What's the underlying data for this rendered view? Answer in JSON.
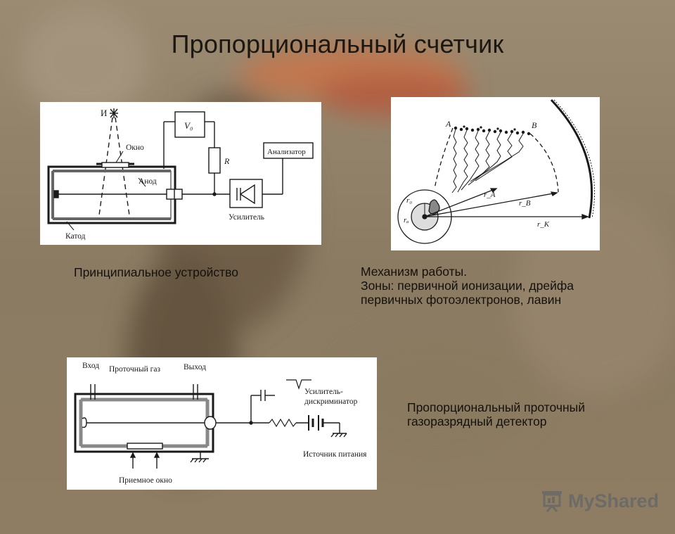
{
  "title": "Пропорциональный счетчик",
  "diagram1": {
    "labels": {
      "source": "И",
      "window": "Окно",
      "anode": "Анод",
      "cathode": "Катод",
      "voltmeter": "V₀",
      "resistor": "R",
      "analyzer": "Анализатор",
      "amplifier": "Усилитель"
    },
    "caption": "Принципиальное устройство"
  },
  "diagram2": {
    "labels": {
      "a": "A",
      "b": "B",
      "r0": "r₀",
      "ra": "rₐ",
      "rA": "r_A",
      "rB": "r_B",
      "rK": "r_K"
    },
    "caption_lines": [
      "Механизм работы.",
      "Зоны: первичной ионизации, дрейфа",
      "первичных фотоэлектронов, лавин"
    ]
  },
  "diagram3": {
    "labels": {
      "input": "Вход",
      "gas": "Проточный газ",
      "output": "Выход",
      "amp_line1": "Усилитель-",
      "amp_line2": "дискриминатор",
      "power": "Источник питания",
      "window": "Приемное окно"
    },
    "caption_lines": [
      "Пропорциональный проточный",
      "газоразрядный детектор"
    ]
  },
  "watermark": "MyShared",
  "colors": {
    "background": "#8a7a62",
    "panel": "#ffffff",
    "ink": "#1a1a1a"
  }
}
